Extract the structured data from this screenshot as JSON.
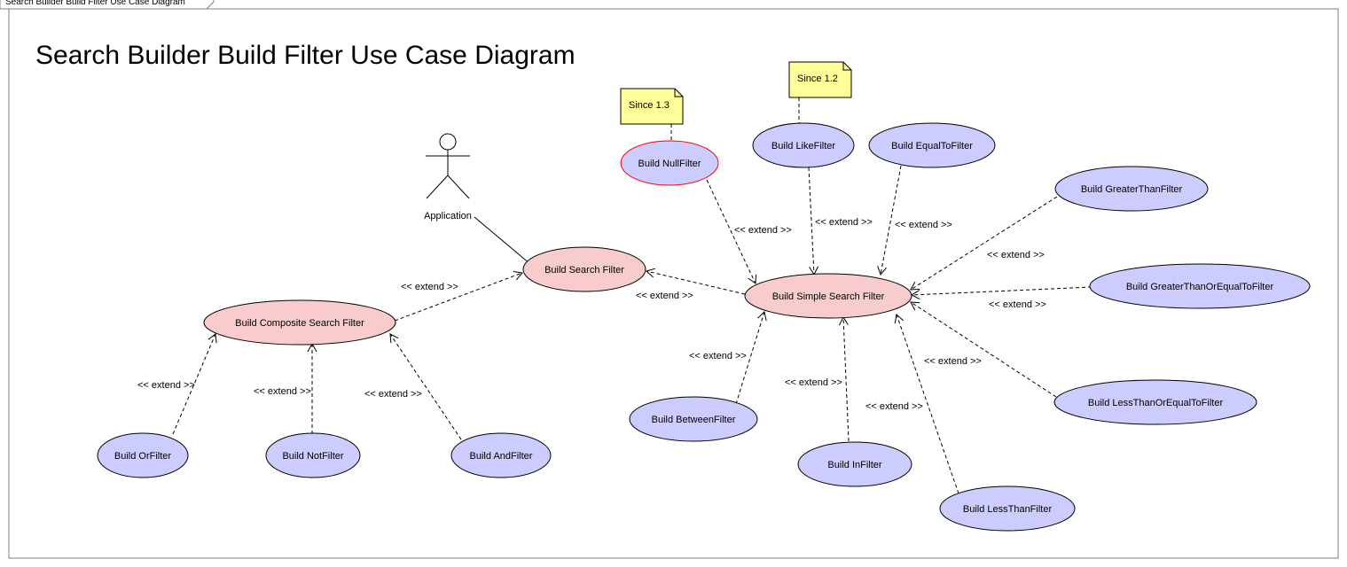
{
  "frame": {
    "tab_label": "Search Builder Build Filter Use Case Diagram"
  },
  "title": "Search Builder Build Filter Use Case Diagram",
  "actor": {
    "label": "Application"
  },
  "colors": {
    "core_fill": "#f8cccc",
    "filter_fill": "#ccccff",
    "selected_border": "#ff0000",
    "note_fill": "#ffff99"
  },
  "use_cases": {
    "search": "Build Search Filter",
    "composite": "Build Composite Search Filter",
    "simple": "Build Simple Search Filter",
    "or": "Build OrFilter",
    "not": "Build NotFilter",
    "and": "Build AndFilter",
    "null": "Build NullFilter",
    "like": "Build LikeFilter",
    "equal": "Build EqualToFilter",
    "gt": "Build GreaterThanFilter",
    "gte": "Build GreaterThanOrEqualToFilter",
    "lte": "Build LessThanOrEqualToFilter",
    "lt": "Build LessThanFilter",
    "in": "Build InFilter",
    "between": "Build BetweenFilter"
  },
  "notes": {
    "null": "Since 1.3",
    "like": "Since 1.2"
  },
  "relation_label": "<< extend >>"
}
